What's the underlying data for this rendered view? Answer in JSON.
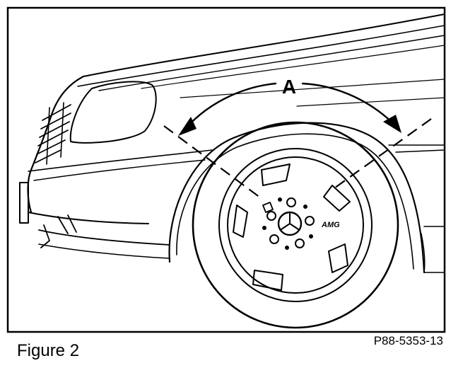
{
  "diagram": {
    "angle_label": "A",
    "wheel_logo_text": "AMG",
    "reference_code": "P88-5353-13",
    "caption": "Figure 2"
  }
}
